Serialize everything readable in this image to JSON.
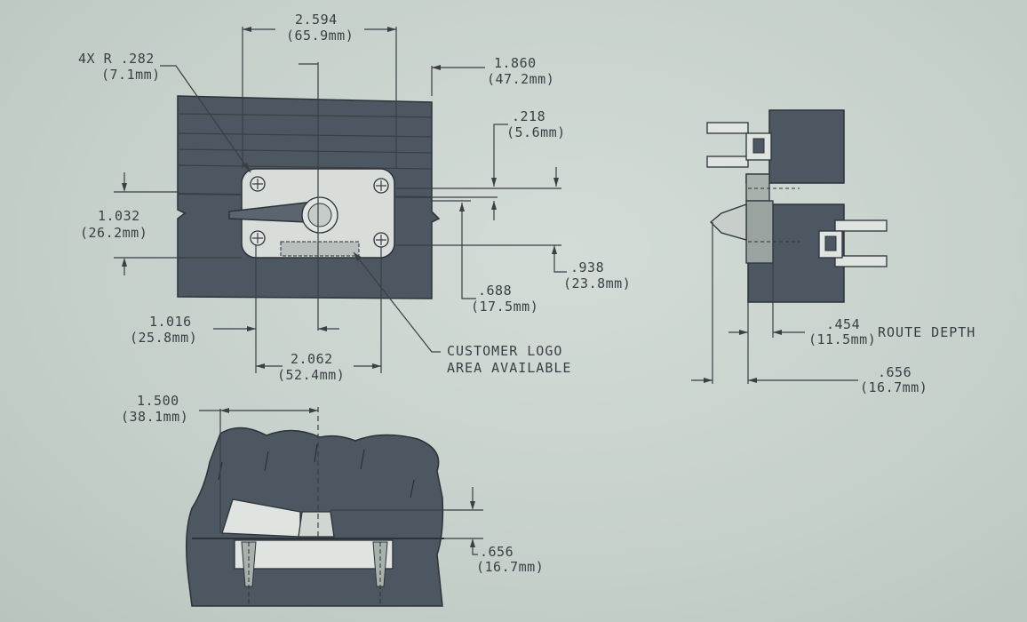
{
  "front_view": {
    "width_in": "2.594",
    "width_mm": "(65.9mm)",
    "radius_in": "4X R .282",
    "radius_mm": "(7.1mm)",
    "offset_in": "1.860",
    "offset_mm": "(47.2mm)",
    "gap_in": ".218",
    "gap_mm": "(5.6mm)",
    "height_in": "1.032",
    "height_mm": "(26.2mm)",
    "lower_in": ".938",
    "lower_mm": "(23.8mm)",
    "mid_in": ".688",
    "mid_mm": "(17.5mm)",
    "left_in": "1.016",
    "left_mm": "(25.8mm)",
    "hole_in": "2.062",
    "hole_mm": "(52.4mm)",
    "logo_line1": "CUSTOMER LOGO",
    "logo_line2": "AREA AVAILABLE"
  },
  "side_view": {
    "route_in": ".454",
    "route_mm": "(11.5mm)",
    "route_label": "ROUTE DEPTH",
    "depth_in": ".656",
    "depth_mm": "(16.7mm)"
  },
  "section_view": {
    "span_in": "1.500",
    "span_mm": "(38.1mm)",
    "depth_in": ".656",
    "depth_mm": "(16.7mm)"
  }
}
